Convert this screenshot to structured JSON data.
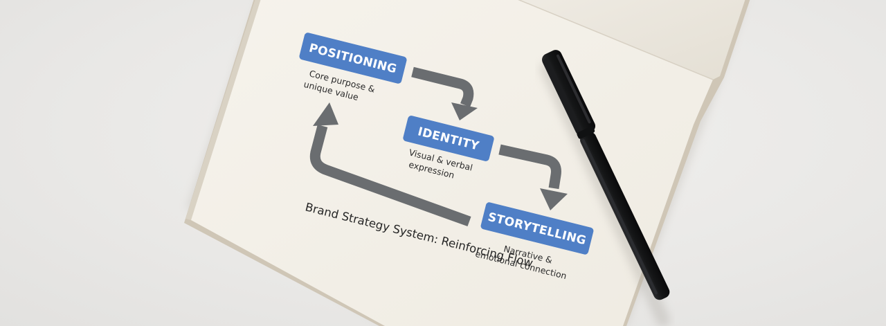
{
  "diagram": {
    "stages": [
      {
        "label": "POSITIONING",
        "description": [
          "Core purpose &",
          "unique value"
        ]
      },
      {
        "label": "IDENTITY",
        "description": [
          "Visual & verbal",
          "expression"
        ]
      },
      {
        "label": "STORYTELLING",
        "description": [
          "Narrative &",
          "emotional connection"
        ]
      }
    ],
    "caption": "Brand Strategy System: Reinforcing Flow"
  },
  "colors": {
    "tag_fill": "#4f7fc6",
    "arrow_fill": "#6a6d70",
    "ink": "#2b2b2b",
    "paper": "#f4f1e9"
  },
  "objects": {
    "notebook": "open sketchbook lying on a light grey surface",
    "pen": "black felt-tip pen"
  }
}
